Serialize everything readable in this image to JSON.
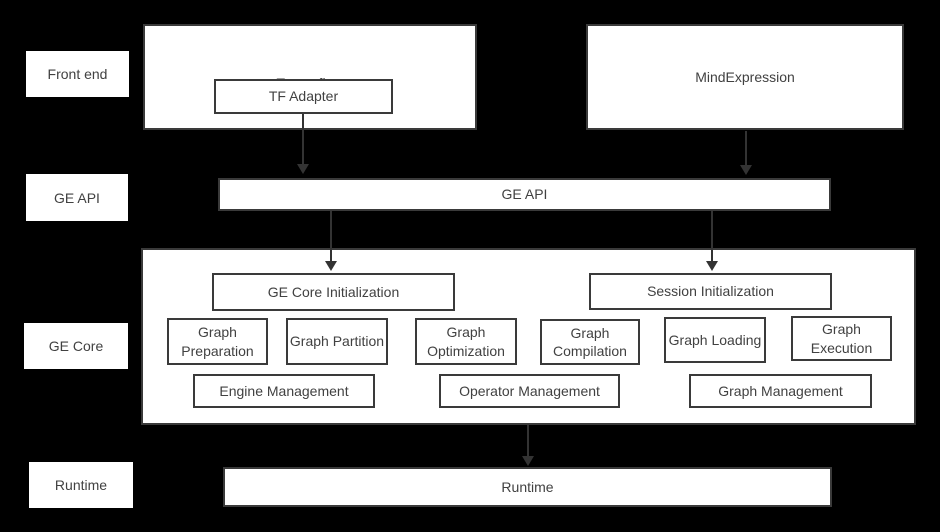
{
  "colors": {
    "background": "#000000",
    "box_fill": "#ffffff",
    "box_border": "#3a3a3a",
    "text": "#414141",
    "arrow": "#333333"
  },
  "side_labels": {
    "front_end": "Front end",
    "ge_api": "GE API",
    "ge_core": "GE Core",
    "runtime": "Runtime"
  },
  "front_end": {
    "tensorflow_label": "Tensorflow",
    "tf_adapter_label": "TF Adapter",
    "mindexpression_label": "MindExpression"
  },
  "ge_api": {
    "bar_label": "GE API"
  },
  "ge_core": {
    "initialization_boxes": [
      "GE Core Initialization",
      "Session Initialization"
    ],
    "process_boxes": [
      "Graph Preparation",
      "Graph Partition",
      "Graph Optimization",
      "Graph Compilation",
      "Graph Loading",
      "Graph Execution"
    ],
    "management_boxes": [
      "Engine Management",
      "Operator Management",
      "Graph Management"
    ]
  },
  "runtime": {
    "bar_label": "Runtime"
  }
}
